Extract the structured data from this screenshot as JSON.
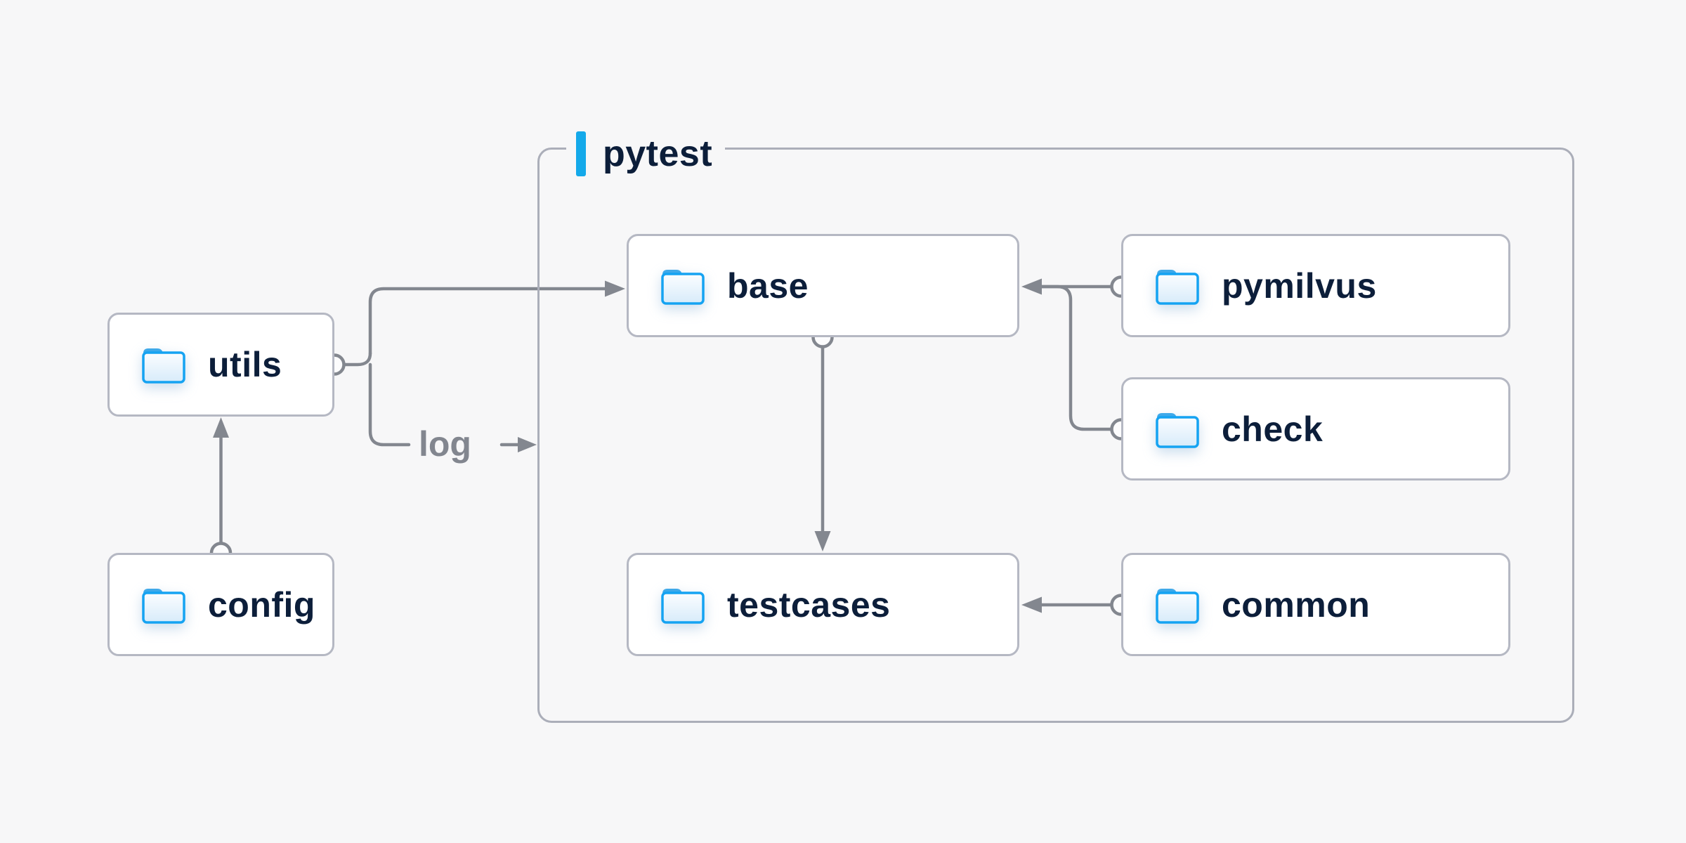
{
  "diagram": {
    "background_color": "#f7f7f8",
    "container": {
      "label": "pytest",
      "accent_color": "#14a9ea",
      "border_color": "#abaeb9"
    },
    "nodes": [
      {
        "id": "utils",
        "label": "utils"
      },
      {
        "id": "config",
        "label": "config"
      },
      {
        "id": "base",
        "label": "base"
      },
      {
        "id": "pymilvus",
        "label": "pymilvus"
      },
      {
        "id": "check",
        "label": "check"
      },
      {
        "id": "testcases",
        "label": "testcases"
      },
      {
        "id": "common",
        "label": "common"
      }
    ],
    "edges": [
      {
        "from": "config",
        "to": "utils"
      },
      {
        "from": "utils",
        "to": "base"
      },
      {
        "from": "utils",
        "to": "log",
        "label": "log"
      },
      {
        "from": "base",
        "to": "testcases"
      },
      {
        "from": "pymilvus",
        "to": "base"
      },
      {
        "from": "check",
        "to": "base"
      },
      {
        "from": "common",
        "to": "testcases"
      }
    ],
    "edge_label": "log",
    "colors": {
      "line": "#83878f",
      "node_border": "#b5b8c3",
      "node_background": "#ffffff",
      "text": "#0c1e3a",
      "folder_blue": "#15a3f2",
      "folder_tab_blue": "#3fa9e9",
      "folder_fill_light": "#eef7fd"
    }
  }
}
